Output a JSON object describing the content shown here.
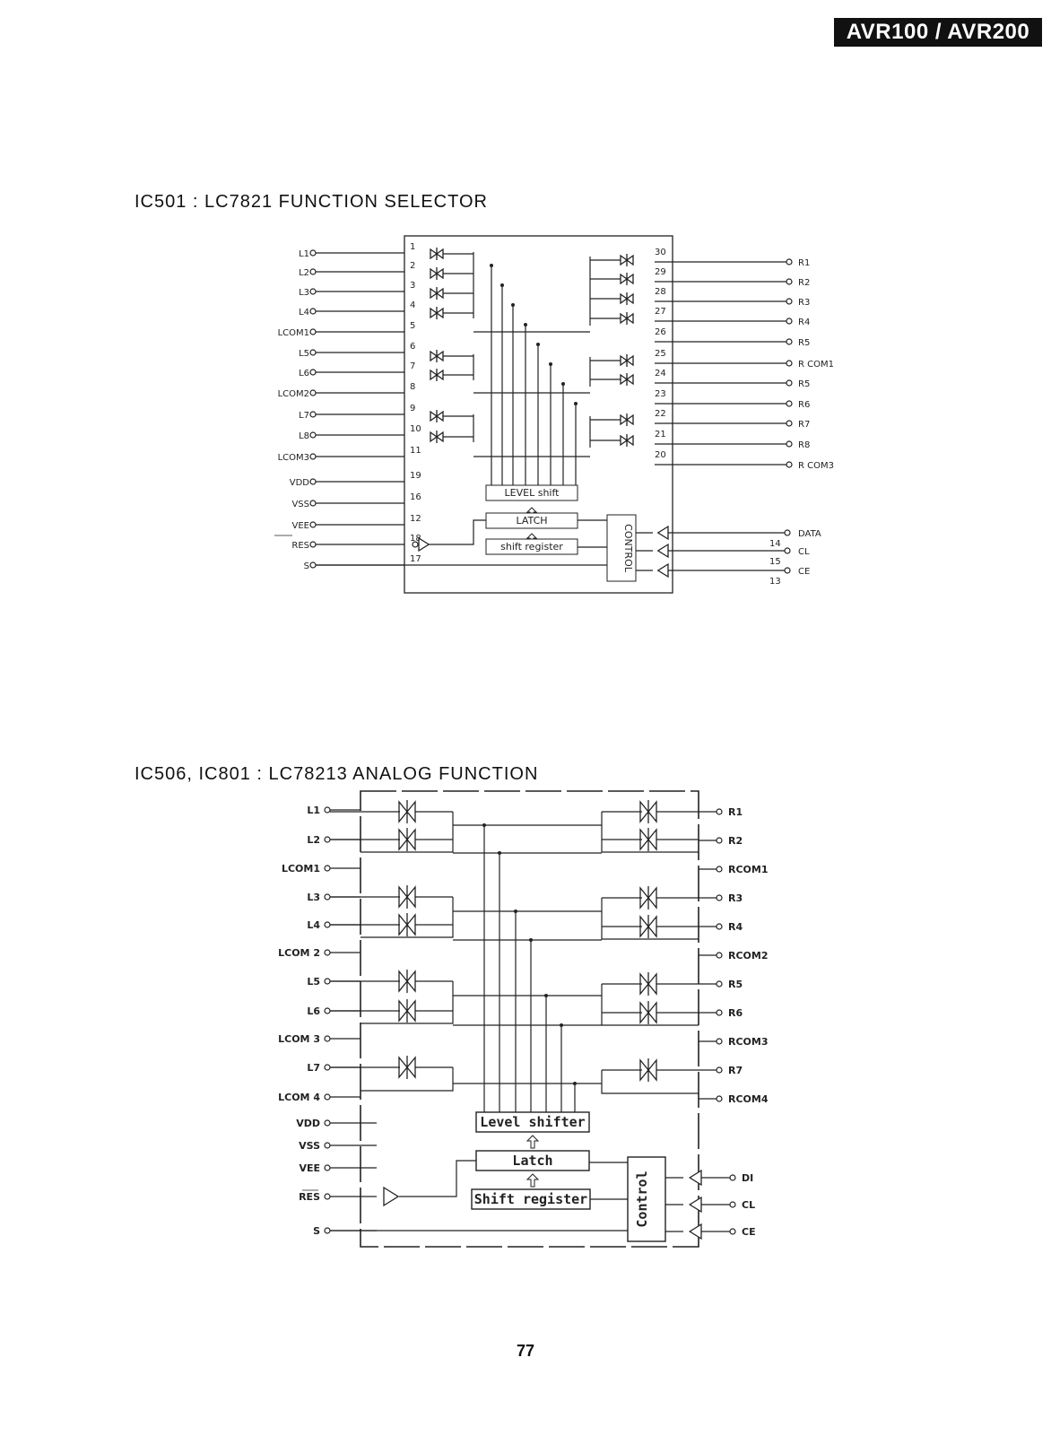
{
  "header": {
    "model": "AVR100 / AVR200"
  },
  "page_number": "77",
  "ic501": {
    "title": "IC501  : LC7821 FUNCTION SELECTOR",
    "left_pins": [
      {
        "label": "L1",
        "pin": "1"
      },
      {
        "label": "L2",
        "pin": "2"
      },
      {
        "label": "L3",
        "pin": "3"
      },
      {
        "label": "L4",
        "pin": "4"
      },
      {
        "label": "LCOM1",
        "pin": "5"
      },
      {
        "label": "L5",
        "pin": "6"
      },
      {
        "label": "L6",
        "pin": "7"
      },
      {
        "label": "LCOM2",
        "pin": "8"
      },
      {
        "label": "L7",
        "pin": "9"
      },
      {
        "label": "L8",
        "pin": "10"
      },
      {
        "label": "LCOM3",
        "pin": "11"
      },
      {
        "label": "VDD",
        "pin": "19"
      },
      {
        "label": "VSS",
        "pin": "16"
      },
      {
        "label": "VEE",
        "pin": "12"
      },
      {
        "label": "RES",
        "pin": "18"
      },
      {
        "label": "S",
        "pin": "17"
      }
    ],
    "right_pins": [
      {
        "label": "R1",
        "pin": "30"
      },
      {
        "label": "R2",
        "pin": "29"
      },
      {
        "label": "R3",
        "pin": "28"
      },
      {
        "label": "R4",
        "pin": "27"
      },
      {
        "label": "R5",
        "pin": "26"
      },
      {
        "label": "R COM1",
        "pin": "25"
      },
      {
        "label": "R5",
        "pin": "24"
      },
      {
        "label": "R6",
        "pin": "23"
      },
      {
        "label": "R7",
        "pin": "22"
      },
      {
        "label": "R8",
        "pin": "21"
      },
      {
        "label": "R COM3",
        "pin": "20"
      }
    ],
    "control_pins": [
      {
        "label": "DATA",
        "pin": "14"
      },
      {
        "label": "CL",
        "pin": "15"
      },
      {
        "label": "CE",
        "pin": "13"
      }
    ],
    "blocks": {
      "level_shift": "LEVEL shift",
      "latch": "LATCH",
      "shift_register": "shift register",
      "control": "CONTROL"
    }
  },
  "ic506": {
    "title": "IC506, IC801  : LC78213 ANALOG FUNCTION",
    "left_pins": [
      "L1",
      "L2",
      "LCOM1",
      "L3",
      "L4",
      "LCOM 2",
      "L5",
      "L6",
      "LCOM 3",
      "L7",
      "LCOM 4",
      "VDD",
      "VSS",
      "VEE",
      "RES",
      "S"
    ],
    "right_pins": [
      "R1",
      "R2",
      "RCOM1",
      "R3",
      "R4",
      "RCOM2",
      "R5",
      "R6",
      "RCOM3",
      "R7",
      "RCOM4"
    ],
    "control_pins": [
      "DI",
      "CL",
      "CE"
    ],
    "blocks": {
      "level_shifter": "Level shifter",
      "latch": "Latch",
      "shift_register": "Shift register",
      "control": "Control"
    }
  }
}
